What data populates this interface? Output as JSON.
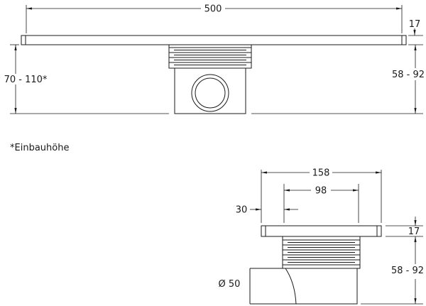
{
  "drawing": {
    "footnote": "*Einbauhöhe",
    "front_view": {
      "width": "500",
      "channel_height": "17",
      "install_height": "70 - 110*",
      "trap_height": "58 - 92"
    },
    "side_view": {
      "width": "158",
      "body_width": "98",
      "edge_offset": "30",
      "channel_height": "17",
      "trap_height": "58 - 92",
      "outlet_diameter": "Ø 50"
    }
  }
}
